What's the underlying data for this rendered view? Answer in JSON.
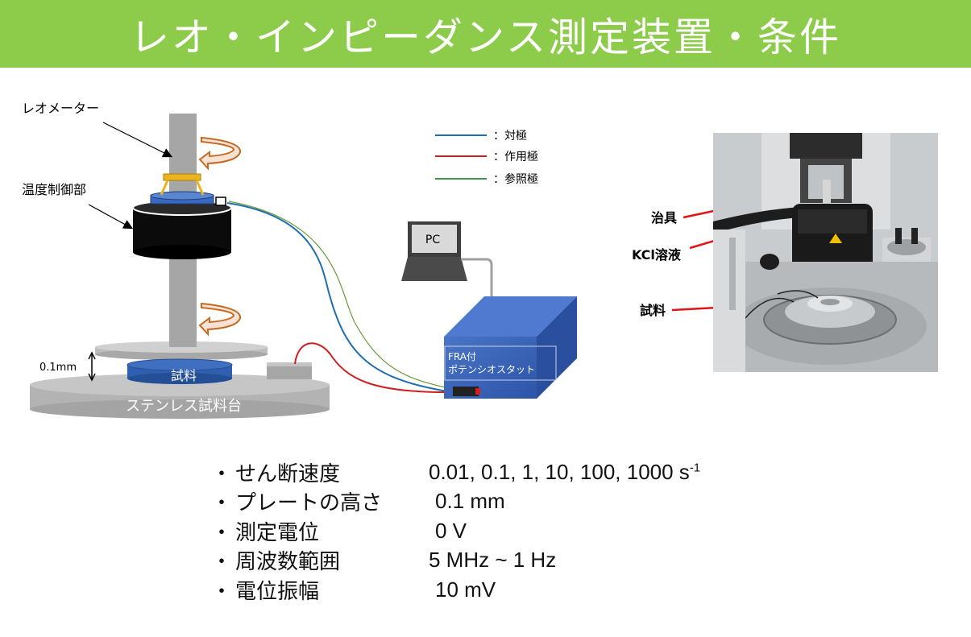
{
  "header": {
    "title": "レオ・インピーダンス測定装置・条件"
  },
  "diagram": {
    "rheometer_label": "レオメーター",
    "temp_control_label": "温度制御部",
    "gap_label": "0.1mm",
    "sample_label": "試料",
    "stage_label": "ステンレス試料台",
    "pc_label": "PC",
    "device_label_line1": "FRA付",
    "device_label_line2": "ポテンシオスタット",
    "legend": [
      {
        "label": "：対極",
        "color": "#1f6fb0"
      },
      {
        "label": "：作用極",
        "color": "#d11f1f"
      },
      {
        "label": "：参照極",
        "color": "#3d9a4c"
      }
    ]
  },
  "photo": {
    "labels": {
      "jig": "治具",
      "kcl": "KCl溶液",
      "sample": "試料"
    },
    "arrow_color": "#e01515"
  },
  "conditions": [
    {
      "label": "せん断速度",
      "value": "0.01, 0.1, 1, 10, 100, 1000 s",
      "sup": "-1"
    },
    {
      "label": "プレートの高さ",
      "value": "0.1 mm",
      "sup": ""
    },
    {
      "label": "測定電位",
      "value": "0 V",
      "sup": ""
    },
    {
      "label": "周波数範囲",
      "value": "5 MHz ~ 1 Hz",
      "sup": ""
    },
    {
      "label": "電位振幅",
      "value": "10 mV",
      "sup": ""
    }
  ],
  "bullet": "・",
  "colors": {
    "header_bg": "#8ccc4a",
    "box_blue": "#3a63b8"
  }
}
